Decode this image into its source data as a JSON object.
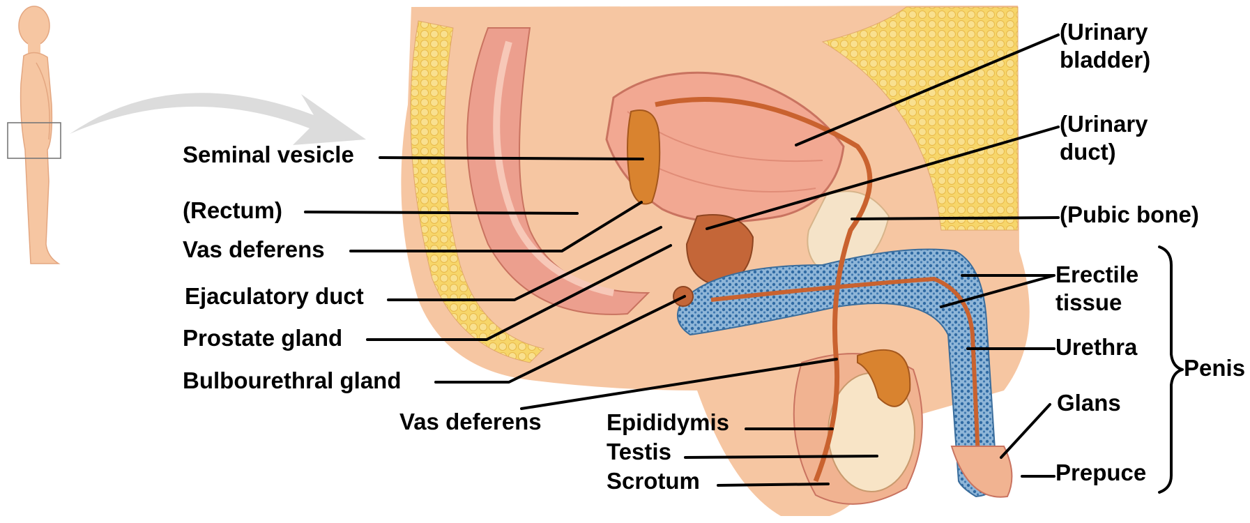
{
  "labels": {
    "urinary_bladder": "(Urinary\nbladder)",
    "urinary_duct": "(Urinary\nduct)",
    "seminal_vesicle": "Seminal vesicle",
    "rectum": "(Rectum)",
    "vas_deferens_upper": "Vas deferens",
    "pubic_bone": "(Pubic bone)",
    "erectile_tissue": "Erectile\ntissue",
    "ejaculatory_duct": "Ejaculatory duct",
    "prostate_gland": "Prostate gland",
    "urethra": "Urethra",
    "penis": "Penis",
    "bulbourethral_gland": "Bulbourethral gland",
    "glans": "Glans",
    "vas_deferens_lower": "Vas deferens",
    "epididymis": "Epididymis",
    "testis": "Testis",
    "prepuce": "Prepuce",
    "scrotum": "Scrotum"
  },
  "colors": {
    "skin": "#f6c6a2",
    "fat": "#f7d66a",
    "tissue": "#efa286",
    "bladder": "#f2a892",
    "erectile": "#4f86b8",
    "erectile_light": "#8fb6d8",
    "duct": "#c9622f",
    "gland": "#d9832f",
    "leader": "#000000"
  }
}
